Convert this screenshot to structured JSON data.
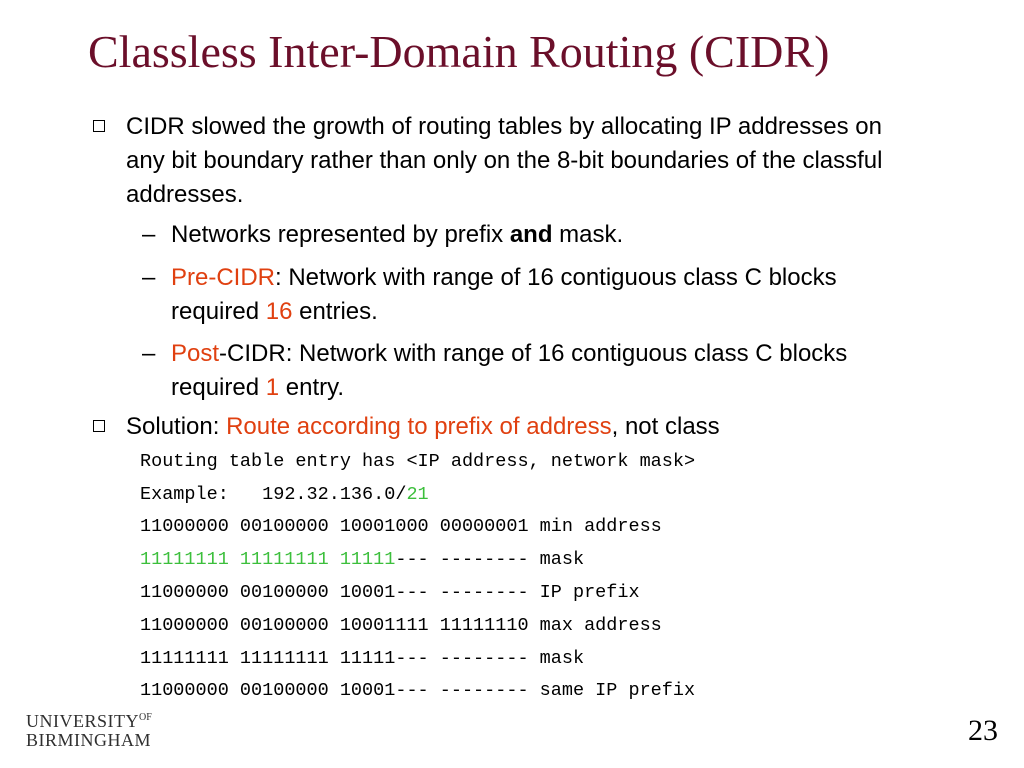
{
  "slide": {
    "title": "Classless Inter-Domain Routing (CIDR)",
    "bullet1": "CIDR slowed the growth of routing tables by allocating IP addresses on any bit boundary rather than only on the 8-bit boundaries of the classful addresses.",
    "sub1": {
      "a": "Networks represented by prefix ",
      "b": "and",
      "c": " mask."
    },
    "sub2": {
      "red_lead": "Pre-CIDR",
      "text1": ":  Network with range of 16 contiguous class C blocks required ",
      "red_num": "16",
      "text2": " entries."
    },
    "sub3": {
      "red_lead": "Post",
      "text1": "-CIDR:  Network with range of 16 contiguous class C blocks required ",
      "red_num": "1",
      "text2": " entry."
    },
    "bullet2": {
      "lead": "Solution:  ",
      "red": "Route according to prefix of address",
      "tail": ", not class"
    },
    "code": {
      "line1": "Routing table entry has <IP address, network mask>",
      "line2_a": "Example:   192.32.136.0/",
      "line2_green": "21",
      "line3": "11000000 00100000 10001000 00000001 min address",
      "line4_green": "11111111 11111111 11111",
      "line4_rest": "--- -------- mask",
      "line5": "11000000 00100000 10001--- -------- IP prefix",
      "line6": "11000000 00100000 10001111 11111110 max address",
      "line7": "11111111 11111111 11111--- -------- mask",
      "line8": "11000000 00100000 10001--- -------- same IP prefix"
    },
    "logo": {
      "line1": "UNIVERSITY",
      "of": "OF",
      "line2": "BIRMINGHAM"
    },
    "page_number": "23"
  },
  "colors": {
    "title": "#6b0f2a",
    "highlight_red": "#e04010",
    "highlight_green": "#3cbf3c"
  }
}
